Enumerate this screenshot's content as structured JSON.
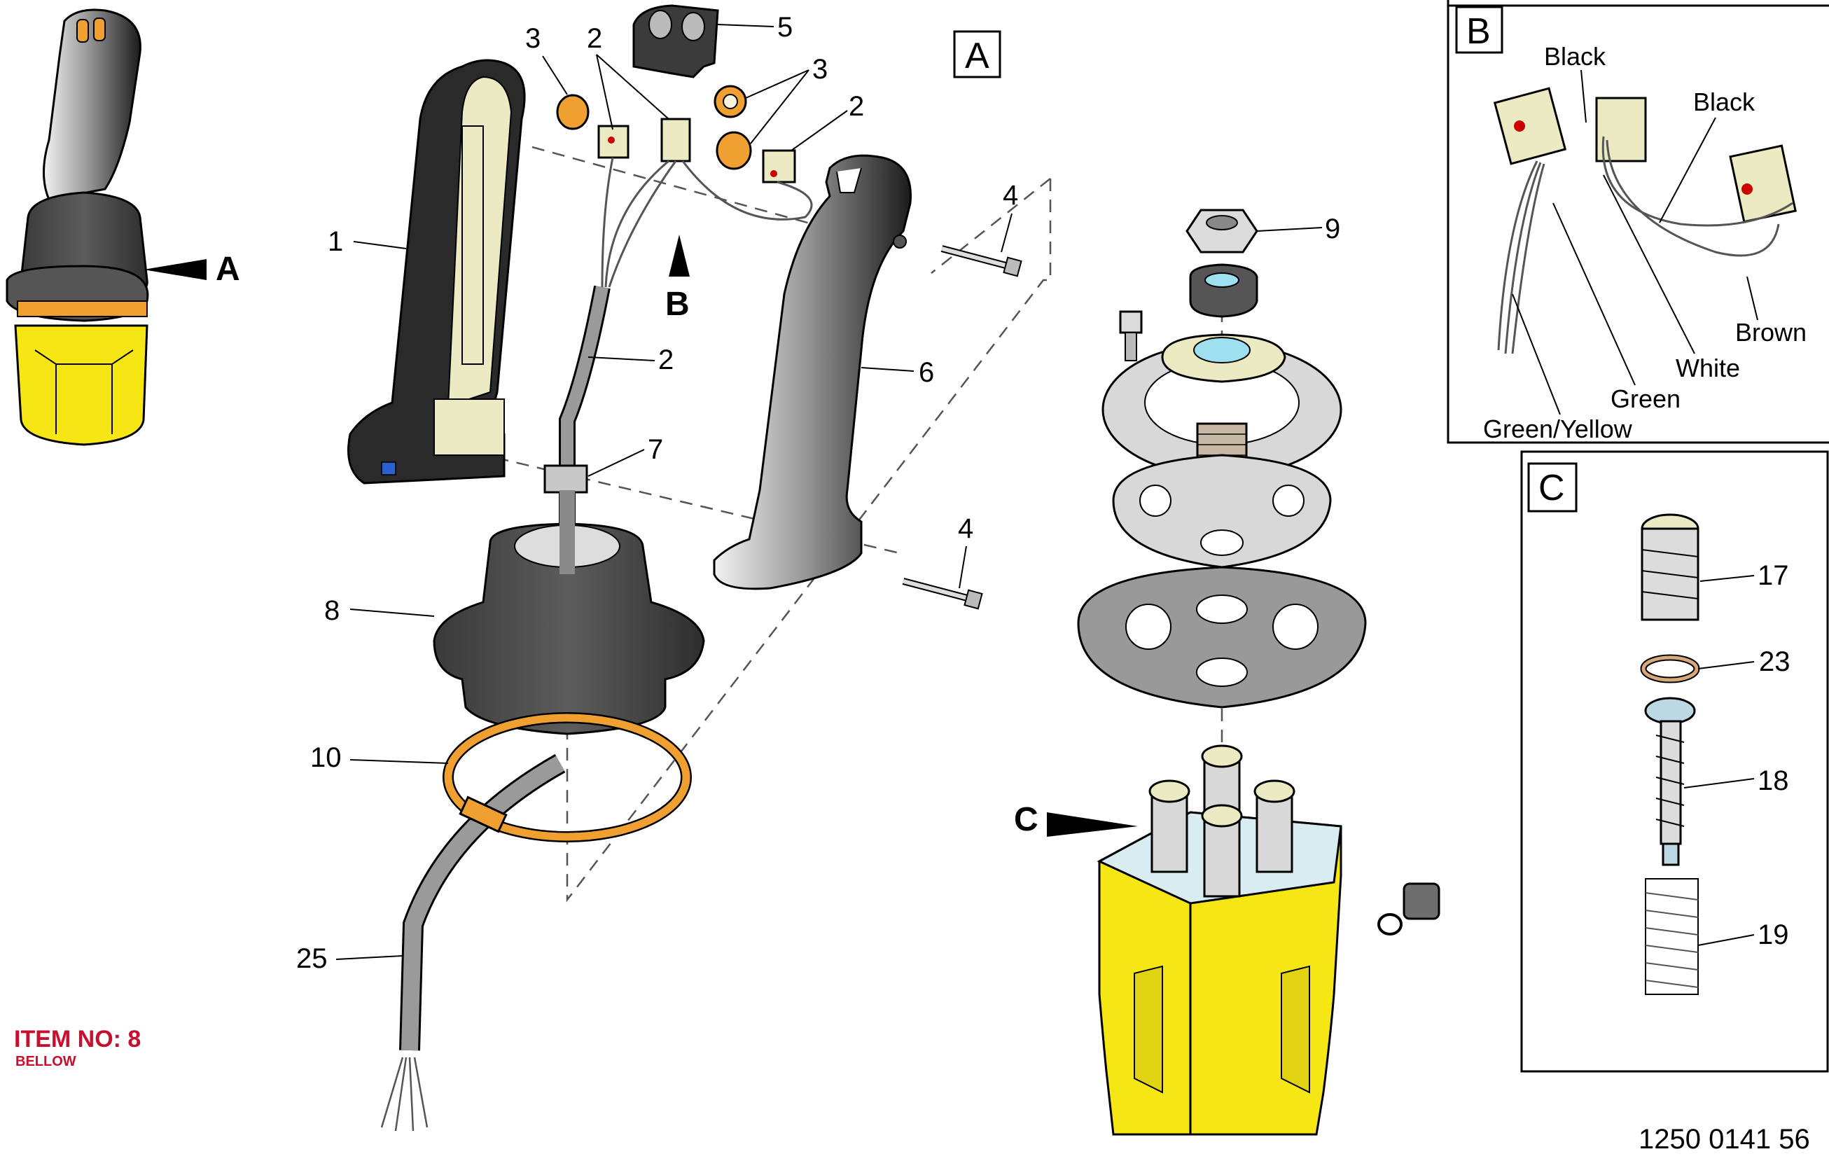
{
  "callouts": [
    {
      "id": "c1",
      "text": "1"
    },
    {
      "id": "c2a",
      "text": "2"
    },
    {
      "id": "c2b",
      "text": "2"
    },
    {
      "id": "c2c",
      "text": "2"
    },
    {
      "id": "c3a",
      "text": "3"
    },
    {
      "id": "c3b",
      "text": "3"
    },
    {
      "id": "c4a",
      "text": "4"
    },
    {
      "id": "c4b",
      "text": "4"
    },
    {
      "id": "c5",
      "text": "5"
    },
    {
      "id": "c6",
      "text": "6"
    },
    {
      "id": "c7",
      "text": "7"
    },
    {
      "id": "c8",
      "text": "8"
    },
    {
      "id": "c9",
      "text": "9"
    },
    {
      "id": "c10",
      "text": "10"
    },
    {
      "id": "c17",
      "text": "17"
    },
    {
      "id": "c18",
      "text": "18"
    },
    {
      "id": "c19",
      "text": "19"
    },
    {
      "id": "c23",
      "text": "23"
    },
    {
      "id": "c25",
      "text": "25"
    }
  ],
  "views": {
    "a": "A",
    "b": "B",
    "c": "C"
  },
  "pointers": {
    "a": "A",
    "b": "B",
    "c": "C"
  },
  "wires": {
    "black1": "Black",
    "black2": "Black",
    "brown": "Brown",
    "white": "White",
    "green": "Green",
    "green_yellow": "Green/Yellow"
  },
  "item": {
    "title": "ITEM NO: 8",
    "name": "BELLOW"
  },
  "drawing_number": "1250 0141 56",
  "colors": {
    "yellow": "#f5e614",
    "orange": "#f0a030",
    "cream": "#ebeac2",
    "dark": "#2a2a2a",
    "grey": "#999999",
    "light": "#d9d9d9"
  }
}
